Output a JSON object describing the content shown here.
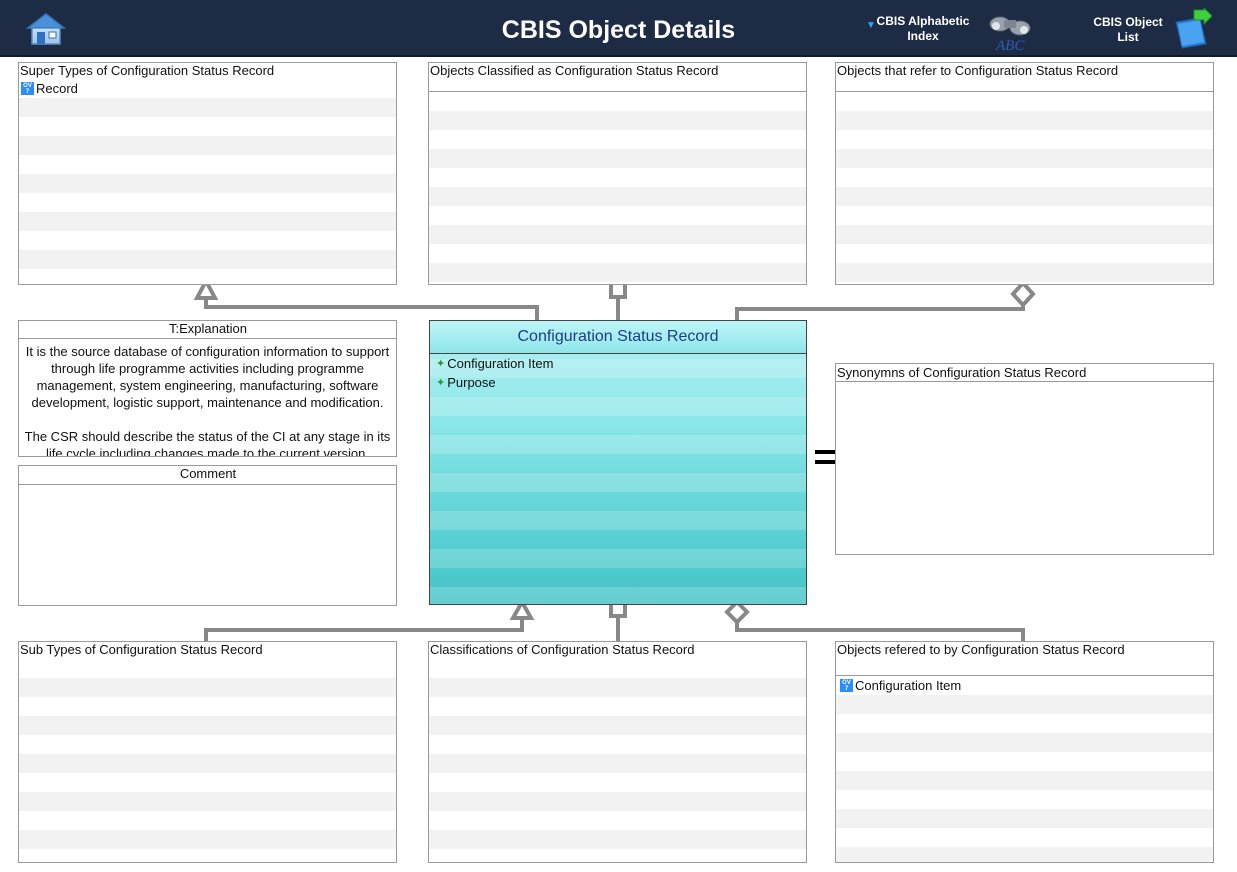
{
  "header": {
    "title": "CBIS Object Details",
    "alpha_index_label": "CBIS Alphabetic Index",
    "object_list_label": "CBIS Object List",
    "accent_color": "#1d2b44"
  },
  "panels": {
    "super_types": {
      "title": "Super Types of Configuration Status Record",
      "items": [
        "Record"
      ]
    },
    "classified_as": {
      "title": "Objects Classified as  Configuration Status Record",
      "items": []
    },
    "refer_to": {
      "title": "Objects that refer to   Configuration Status Record",
      "items": []
    },
    "explanation": {
      "title": "T:Explanation",
      "text": "It is the source database of configuration information to support through life programme activities including programme management, system engineering, manufacturing, software development, logistic support, maintenance and modification.\n\nThe CSR should describe the status of the CI at any stage in its life cycle including changes made to the current version."
    },
    "comment": {
      "title": "Comment",
      "text": ""
    },
    "synonyms": {
      "title": "Synonymns   of Configuration Status Record",
      "items": []
    },
    "sub_types": {
      "title": "Sub Types of Configuration Status Record",
      "items": []
    },
    "classifications": {
      "title": "Classifications of Configuration Status Record",
      "items": []
    },
    "referred_by": {
      "title": "Objects refered to by   Configuration Status Record",
      "items": [
        "Configuration Item"
      ]
    }
  },
  "center": {
    "title": "Configuration Status Record",
    "attributes": [
      "Configuration Item",
      "Purpose"
    ]
  },
  "icons": {
    "home": "home-icon",
    "alpha": "binoculars-abc-icon",
    "list": "book-arrow-icon",
    "object": "object-type-icon"
  }
}
